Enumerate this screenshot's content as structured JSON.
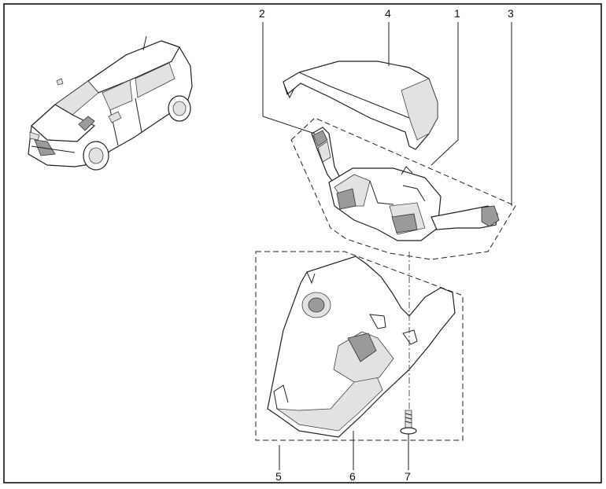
{
  "callouts": [
    {
      "id": "2",
      "label": "2"
    },
    {
      "id": "4",
      "label": "4"
    },
    {
      "id": "1",
      "label": "1"
    },
    {
      "id": "3",
      "label": "3"
    },
    {
      "id": "5",
      "label": "5"
    },
    {
      "id": "6",
      "label": "6"
    },
    {
      "id": "7",
      "label": "7"
    }
  ],
  "colors": {
    "line": "#222222",
    "background": "#ffffff",
    "shade": "#e2e2e2"
  }
}
